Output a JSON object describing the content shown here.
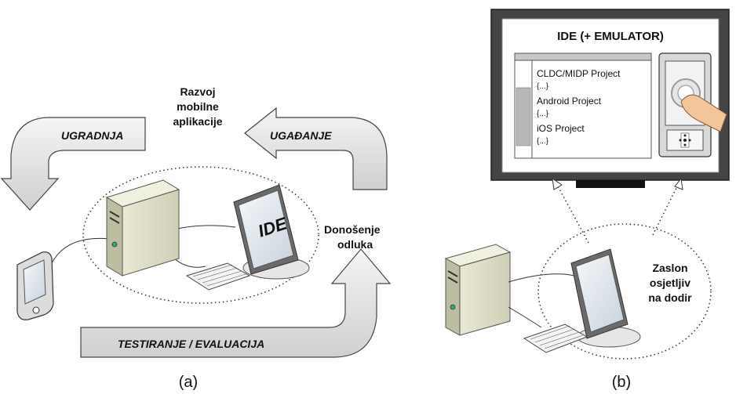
{
  "panel_a": {
    "center_text": [
      "Razvoj",
      "mobilne",
      "aplikacije"
    ],
    "arrow_deploy": "UGRADNJA",
    "arrow_tune": "UGAĐANJE",
    "arrow_test": "TESTIRANJE / EVALUACIJA",
    "decision": [
      "Donošenje",
      "odluka"
    ],
    "monitor_label": "IDE",
    "caption": "(a)"
  },
  "panel_b": {
    "screen_title": "IDE (+ EMULATOR)",
    "projects": [
      {
        "name": "CLDC/MIDP Project",
        "body": "{...}"
      },
      {
        "name": "Android Project",
        "body": "{...}"
      },
      {
        "name": "iOS Project",
        "body": "{...}"
      }
    ],
    "touch_label": [
      "Zaslon",
      "osjetljiv",
      "na dodir"
    ],
    "caption": "(b)"
  }
}
